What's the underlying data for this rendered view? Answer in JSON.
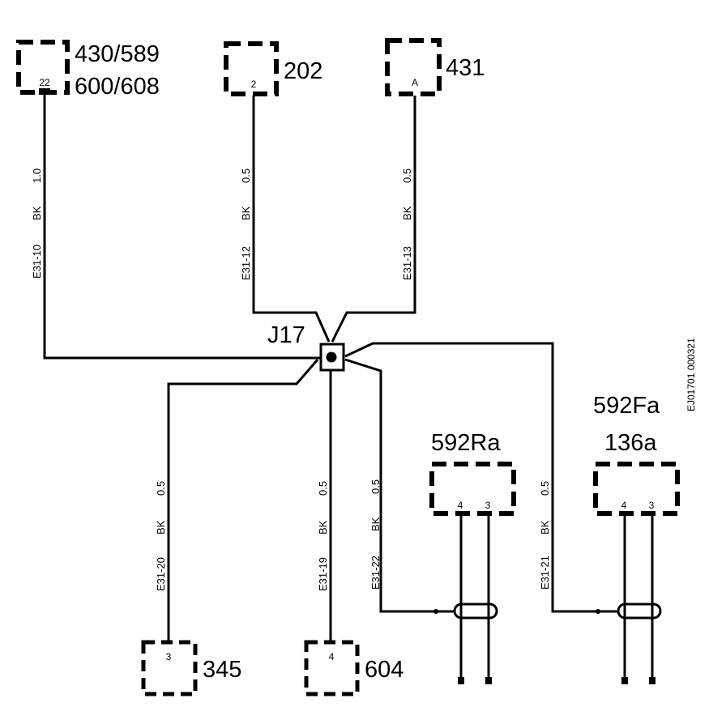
{
  "connectors": {
    "c430": {
      "line1": "430/589",
      "line2": "600/608",
      "pin": "22"
    },
    "c202": {
      "label": "202",
      "pin": "2"
    },
    "c431": {
      "label": "431",
      "pin": "A"
    },
    "c592ra": {
      "label": "592Ra",
      "pin_a": "4",
      "pin_b": "3"
    },
    "c592fa": {
      "line1": "592Fa",
      "line2": "136a",
      "pin_a": "4",
      "pin_b": "3"
    },
    "c345": {
      "label": "345",
      "pin": "3"
    },
    "c604": {
      "label": "604",
      "pin": "4"
    }
  },
  "junction": {
    "label": "J17"
  },
  "wires": {
    "w10": {
      "id": "E31-10",
      "color": "BK",
      "size": "1.0"
    },
    "w12": {
      "id": "E31-12",
      "color": "BK",
      "size": "0.5"
    },
    "w13": {
      "id": "E31-13",
      "color": "BK",
      "size": "0.5"
    },
    "w20": {
      "id": "E31-20",
      "color": "BK",
      "size": "0.5"
    },
    "w19": {
      "id": "E31-19",
      "color": "BK",
      "size": "0.5"
    },
    "w22": {
      "id": "E31-22",
      "color": "BK",
      "size": "0.5"
    },
    "w21": {
      "id": "E31-21",
      "color": "BK",
      "size": "0.5"
    }
  },
  "figure_ref": "EJ01701 000321"
}
